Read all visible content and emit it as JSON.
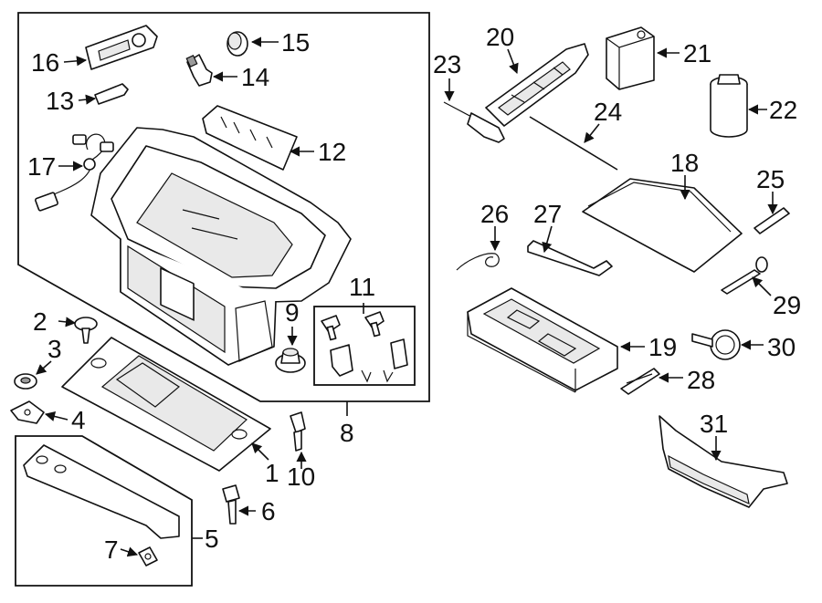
{
  "callouts": {
    "c1": "1",
    "c2": "2",
    "c3": "3",
    "c4": "4",
    "c5": "5",
    "c6": "6",
    "c7": "7",
    "c8": "8",
    "c9": "9",
    "c10": "10",
    "c11": "11",
    "c12": "12",
    "c13": "13",
    "c14": "14",
    "c15": "15",
    "c16": "16",
    "c17": "17",
    "c18": "18",
    "c19": "19",
    "c20": "20",
    "c21": "21",
    "c22": "22",
    "c23": "23",
    "c24": "24",
    "c25": "25",
    "c26": "26",
    "c27": "27",
    "c28": "28",
    "c29": "29",
    "c30": "30",
    "c31": "31"
  },
  "colors": {
    "line": "#111111",
    "background": "#ffffff",
    "shade": "#e9e9e9"
  }
}
